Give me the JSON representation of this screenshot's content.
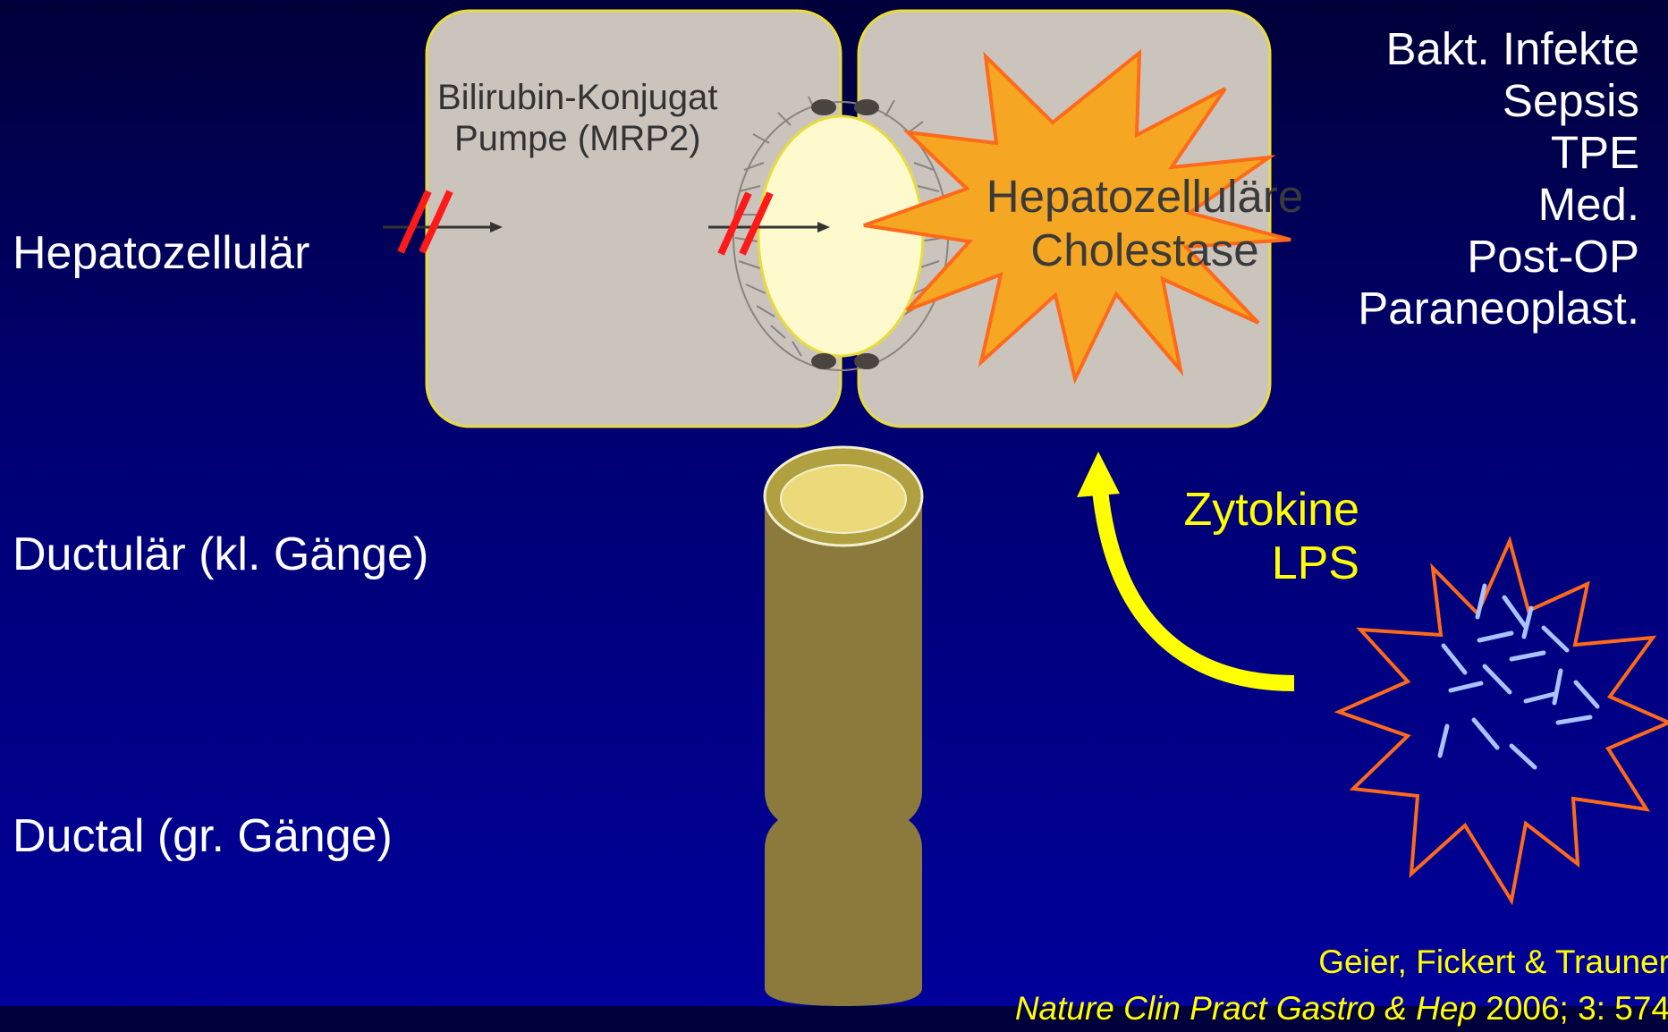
{
  "levels": {
    "hepatocellular": "Hepatozellulär",
    "ductular": "Ductulär (kl. Gänge)",
    "ductal": "Ductal (gr. Gänge)"
  },
  "pump_label": {
    "line1": "Bilirubin-Konjugat",
    "line2": "Pumpe (MRP2)"
  },
  "cholestasis_label": {
    "line1": "Hepatozelluläre",
    "line2": "Cholestase"
  },
  "causes": [
    "Bakt. Infekte",
    "Sepsis",
    "TPE",
    "Med.",
    "Post-OP",
    "Paraneoplast."
  ],
  "mediators": {
    "line1": "Zytokine",
    "line2": "LPS"
  },
  "citation": {
    "authors": "Geier, Fickert & Trauner",
    "journal": "Nature Clin Pract Gastro & Hep",
    "details": " 2006; 3: 574"
  },
  "colors": {
    "cell_fill": "#cbc4bd",
    "cell_border": "#e8dc3c",
    "canaliculus_fill": "#fffacd",
    "star_fill": "#f5a623",
    "star_stroke": "#ff6a1a",
    "duct_fill": "#8b7a3c",
    "arrow_yellow": "#ffff00",
    "block_red": "#ff1a1a",
    "bacteria_blue": "#a9c3ff"
  }
}
